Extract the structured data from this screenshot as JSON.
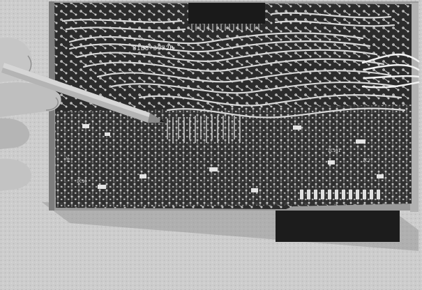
{
  "scene": {
    "subject": "printed-circuit-board",
    "pointer": "pencil",
    "hand": "left-hand",
    "background": "fabric-cloth"
  },
  "board_markings": {
    "part_number": "81B8-3972B"
  },
  "colors": {
    "background": "#cfcfcf",
    "board": "#2b2b2b",
    "trace": "#d8d8d8",
    "skin": "#bdbdbd",
    "pencil": "#b4b4b4"
  }
}
